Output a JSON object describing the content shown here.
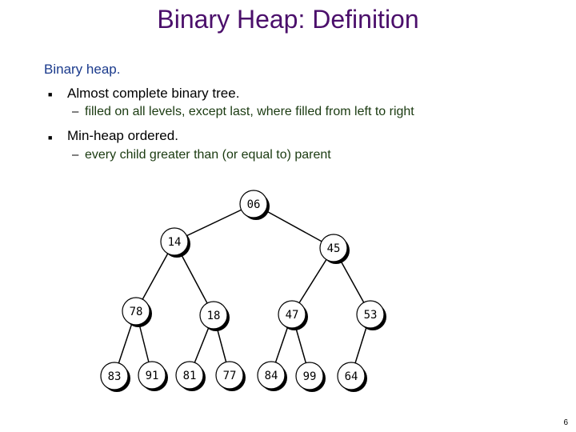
{
  "slide": {
    "title": "Binary Heap:  Definition",
    "subtitle": "Binary heap.",
    "bullets": [
      {
        "text": "Almost complete binary tree.",
        "sub": "filled on all levels, except last, where filled from left to right"
      },
      {
        "text": "Min-heap ordered.",
        "sub": "every child greater than (or equal to) parent"
      }
    ],
    "page_number": "6"
  },
  "tree": {
    "nodes": [
      "06",
      "14",
      "45",
      "78",
      "18",
      "47",
      "53",
      "83",
      "91",
      "81",
      "77",
      "84",
      "99",
      "64"
    ]
  }
}
